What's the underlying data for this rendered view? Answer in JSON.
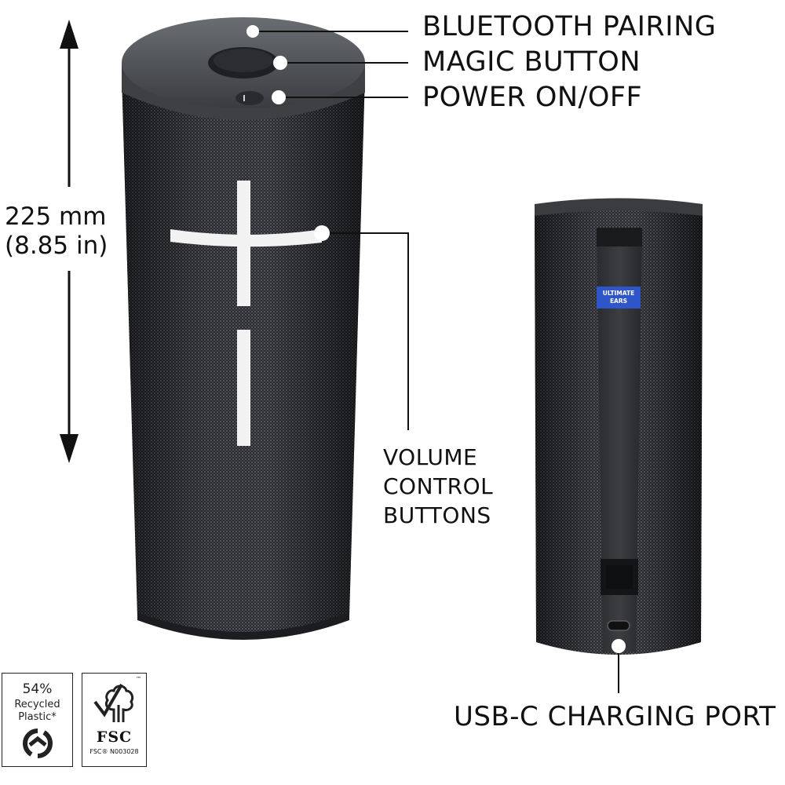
{
  "labels": {
    "bluetooth": "BLUETOOTH PAIRING",
    "magic": "MAGIC BUTTON",
    "power": "POWER ON/OFF",
    "height_mm": "225 mm",
    "height_in": "(8.85 in)",
    "volume_line1": "VOLUME",
    "volume_line2": "CONTROL",
    "volume_line3": "BUTTONS",
    "usb": "USB-C CHARGING PORT"
  },
  "badges": {
    "recycled_percent": "54%",
    "recycled_line1": "Recycled",
    "recycled_line2": "Plastic*",
    "fsc_word": "FSC",
    "fsc_code": "FSC® N003028",
    "fsc_tm": "™"
  },
  "brand": {
    "line1": "ULTIMATE",
    "line2": "EARS"
  },
  "colors": {
    "speaker_body": "#2b2c2f",
    "speaker_cap": "#4a4c50",
    "volume_symbol": "#f2f2f2",
    "brand_badge": "#2f56c8"
  }
}
